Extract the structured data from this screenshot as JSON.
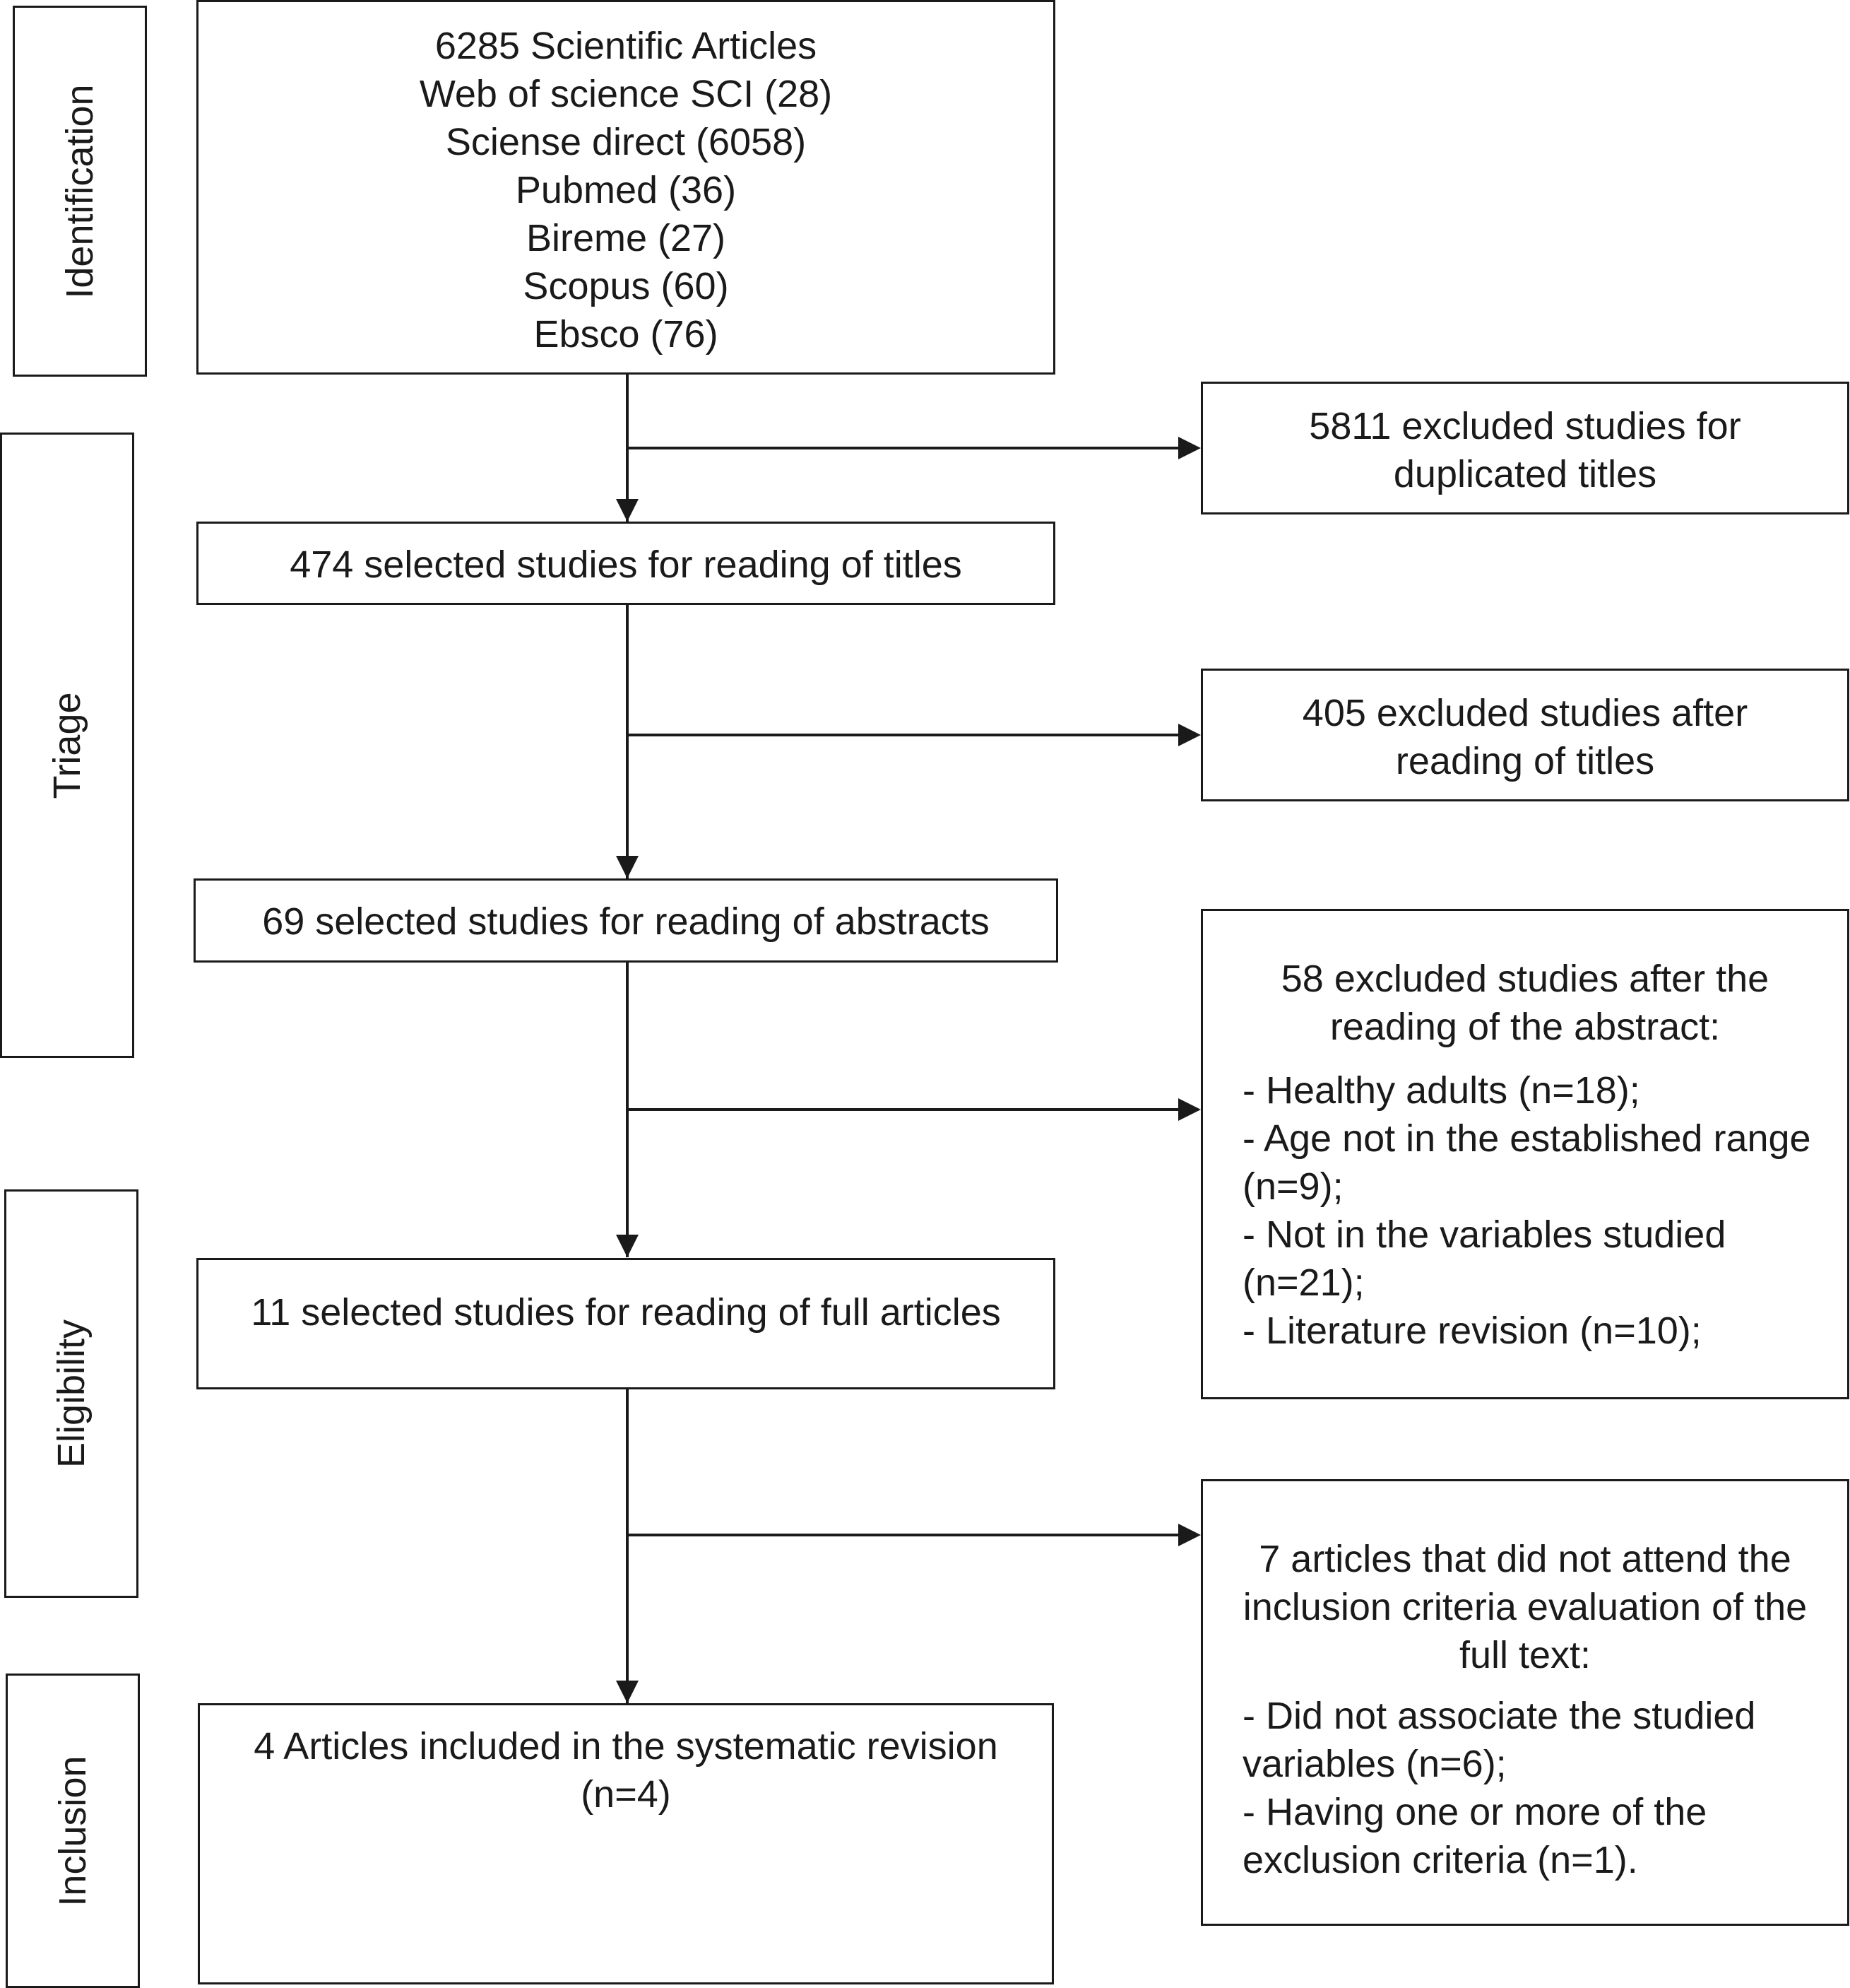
{
  "stages": {
    "identification": "Identification",
    "triage": "Triage",
    "eligibility": "Eligibility",
    "inclusion": "Inclusion"
  },
  "sources_box": {
    "title": "6285 Scientific Articles",
    "sources": [
      "Web of science SCI (28)",
      "Sciense direct (6058)",
      "Pubmed (36)",
      "Bireme (27)",
      "Scopus (60)",
      "Ebsco (76)"
    ]
  },
  "flow": {
    "titles_selected": "474 selected studies for reading of titles",
    "abstracts_selected": "69 selected studies for reading of abstracts",
    "full_selected": "11 selected studies for reading of full articles",
    "included_line1": "4 Articles included in the systematic revision",
    "included_line2": "(n=4)"
  },
  "exclusions": {
    "duplicates": [
      "5811 excluded studies for",
      "duplicated titles"
    ],
    "titles": [
      "405 excluded studies after",
      "reading of titles"
    ],
    "abstracts": {
      "header": [
        "58 excluded studies after the",
        "reading of the abstract:"
      ],
      "items": [
        "- Healthy adults (n=18);",
        "- Age not in the established range",
        "(n=9);",
        "- Not in the variables studied",
        "(n=21);",
        "- Literature revision (n=10);"
      ]
    },
    "full_text": {
      "header": [
        "7 articles that did not attend the",
        "inclusion criteria evaluation of the",
        "full text:"
      ],
      "items": [
        "- Did not associate the studied",
        "variables (n=6);",
        "- Having one or more of the",
        "exclusion criteria (n=1)."
      ]
    }
  }
}
